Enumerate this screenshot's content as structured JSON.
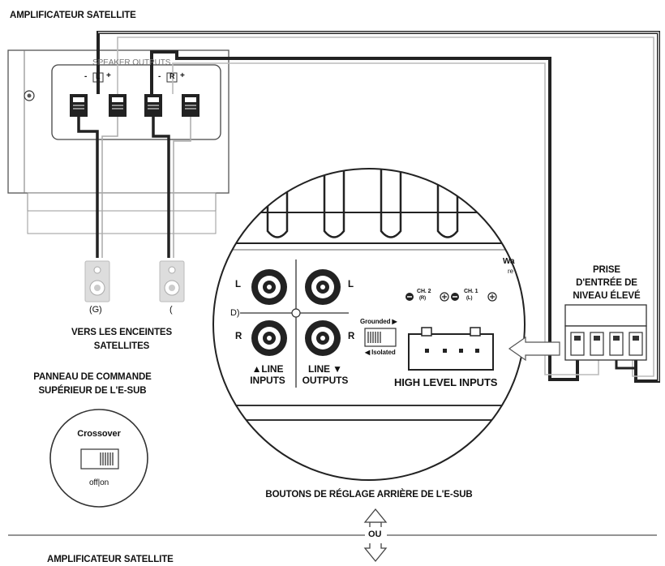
{
  "labels": {
    "amp_top": "AMPLIFICATEUR SATELLITE",
    "speaker_outputs": "SPEAKER OUTPUTS",
    "amp_L": "L",
    "amp_R": "R",
    "plus": "+",
    "minus": "-",
    "spk_left": "(G)",
    "spk_right": "(",
    "vers_line1": "VERS LES ENCEINTES",
    "vers_line2": "SATELLITES",
    "panneau_line1": "PANNEAU DE COMMANDE",
    "panneau_line2": "SUPÉRIEUR DE L'E-SUB",
    "crossover": "Crossover",
    "offon": "off|on",
    "line_L": "L",
    "line_R": "R",
    "line_L2": "L",
    "line_R2": "R",
    "d_label": "D)",
    "line_inputs_1": "▲LINE",
    "line_inputs_2": "INPUTS",
    "line_outputs_1": "LINE ▼",
    "line_outputs_2": "OUTPUTS",
    "grounded": "Grounded ▶",
    "isolated": "◀ Isolated",
    "ch2": "CH. 2",
    "ch2_sub": "(R)",
    "ch1": "CH. 1",
    "ch1_sub": "(L)",
    "high_level_inputs": "HIGH LEVEL INPUTS",
    "wa": "Wa",
    "re": "re",
    "prise_1": "PRISE",
    "prise_2": "D'ENTRÉE DE",
    "prise_3": "NIVEAU ÉLEVÉ",
    "boutons": "BOUTONS DE RÉGLAGE ARRIÈRE DE L'E-SUB",
    "ou": "OU",
    "amp_bottom": "AMPLIFICATEUR SATELLITE"
  }
}
